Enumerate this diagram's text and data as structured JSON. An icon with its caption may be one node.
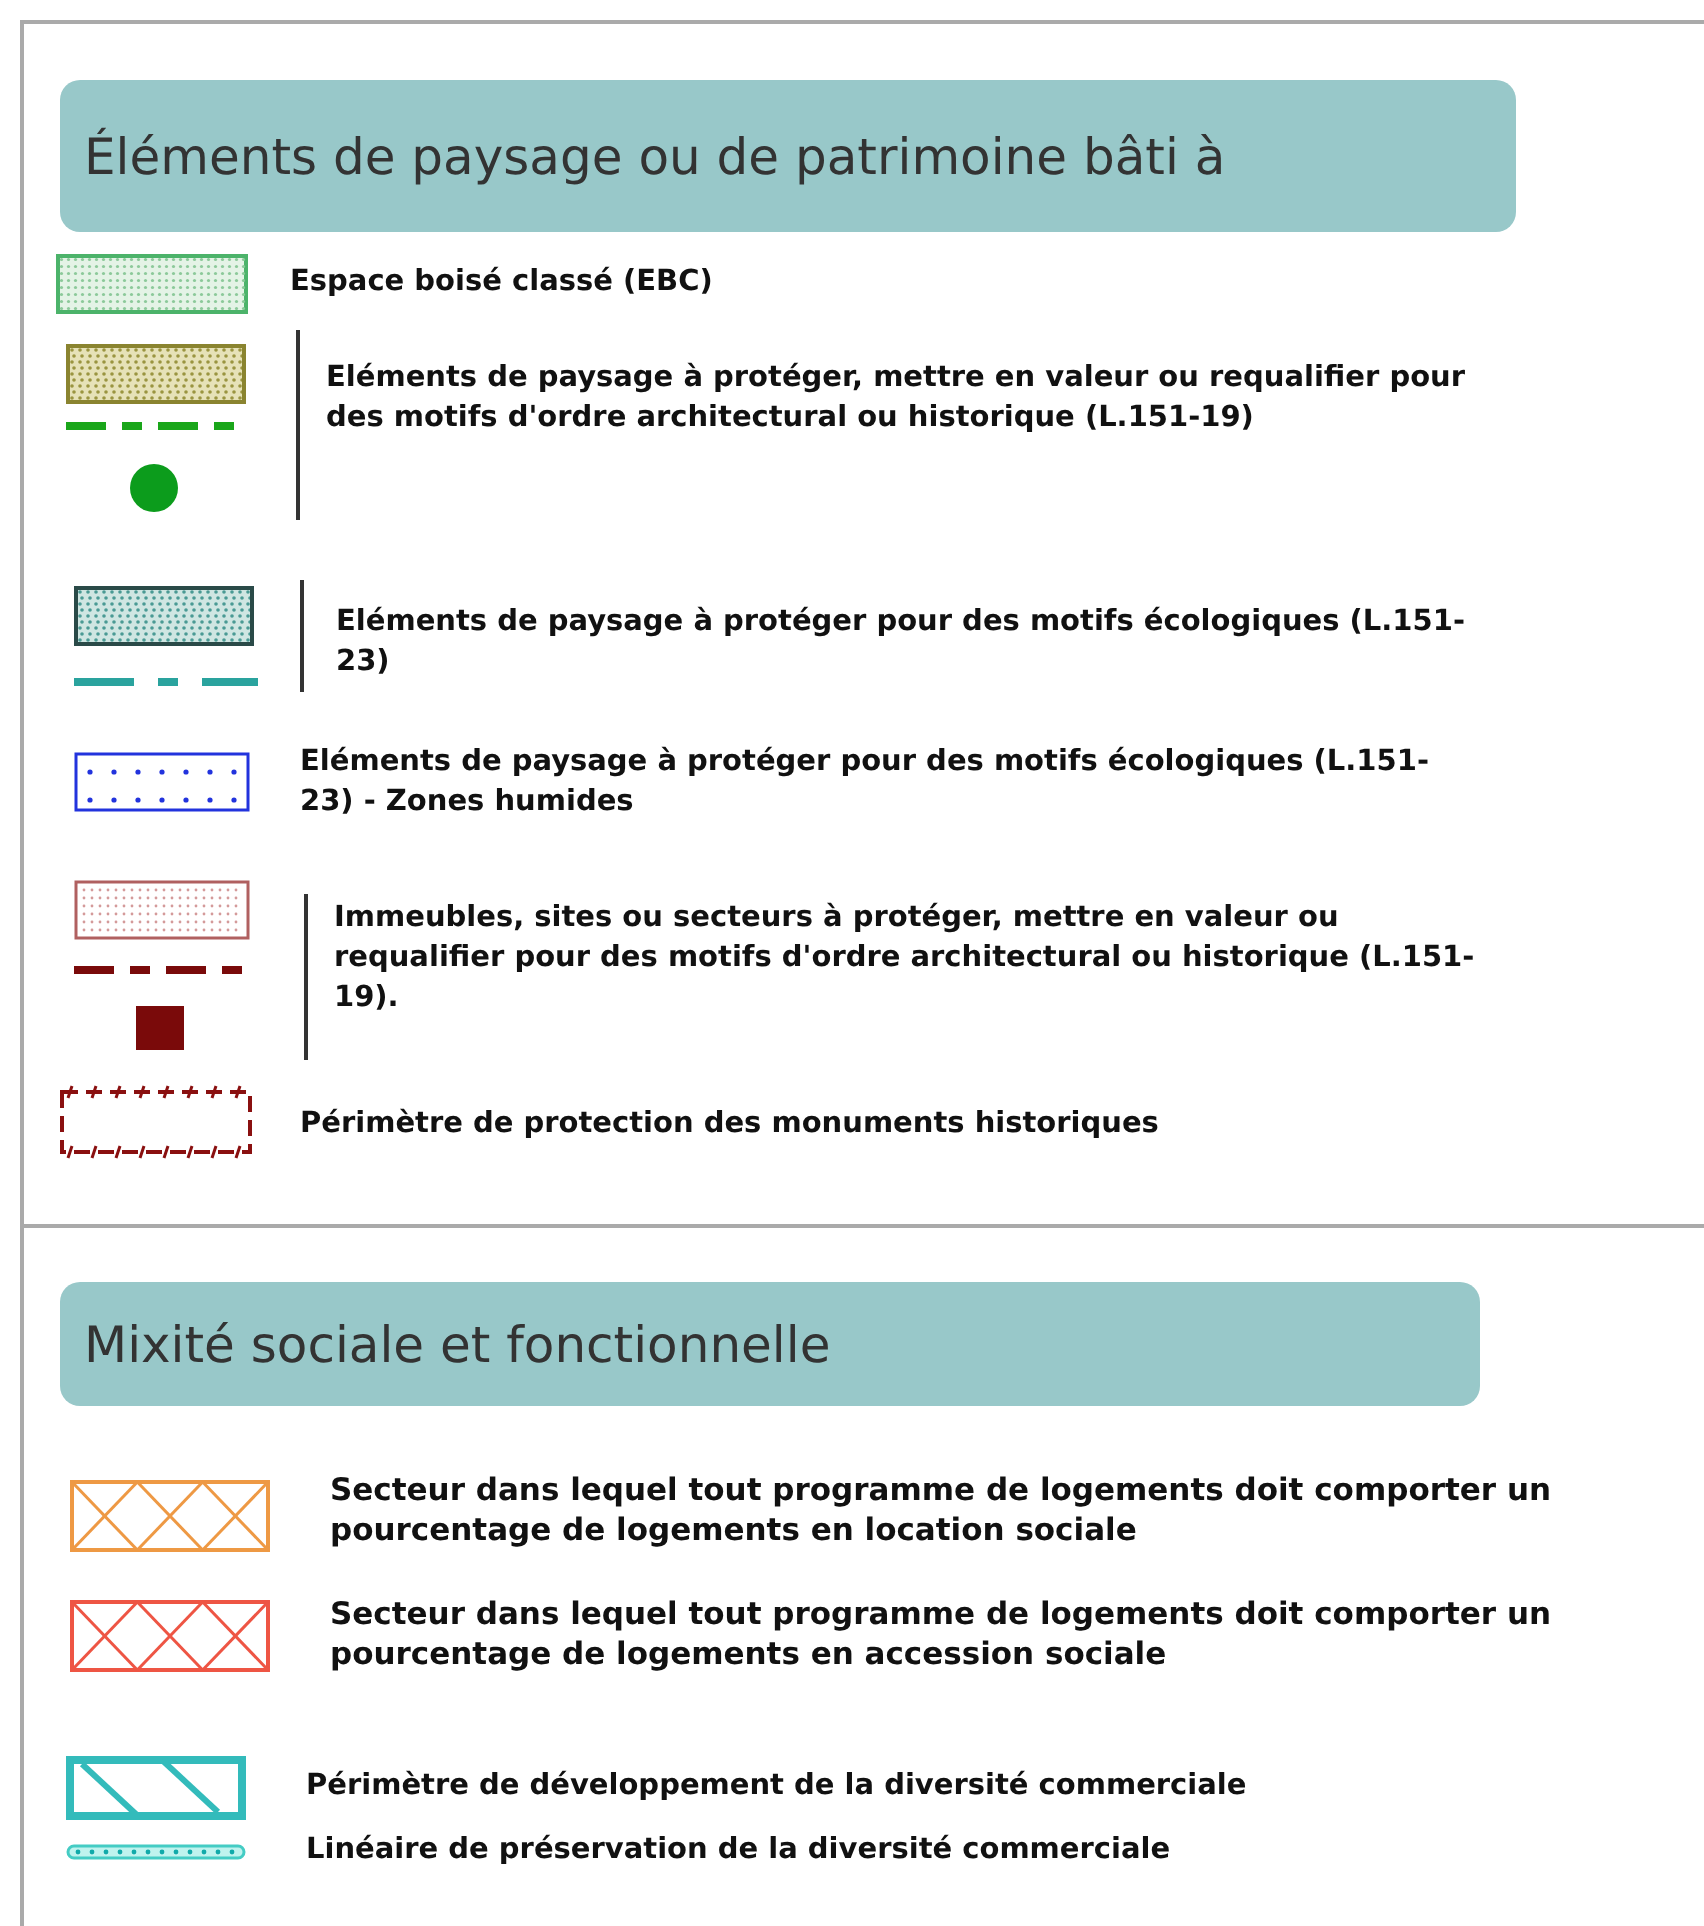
{
  "diagram": {
    "nodes": [
      {
        "text": [
          "Éléments de paysage ou de patrimoine bâti à"
        ]
      },
      {
        "text": [
          "Mixité sociale et fonctionnelle"
        ]
      }
    ],
    "legend": [
      {
        "text": "Espace boisé classé (EBC)"
      },
      {
        "text": "Eléments de paysage à protéger, mettre en valeur ou requalifier pour des motifs d'ordre architectural ou historique (L.151-19)"
      },
      {
        "text": "Eléments de paysage à protéger pour des motifs écologiques (L.151-23)"
      },
      {
        "text": "Eléments de paysage à protéger pour des motifs écologiques (L.151-23) - Zones humides"
      },
      {
        "text": "Immeubles, sites ou secteurs à protéger, mettre en valeur ou requalifier pour des motifs d'ordre architectural ou historique (L.151-19)."
      },
      {
        "text": "Périmètre de protection des monuments historiques"
      },
      {
        "text": "Secteur dans lequel tout programme de logements doit comporter un pourcentage de logements en location sociale"
      },
      {
        "text": "Secteur dans lequel tout programme de logements doit comporter un pourcentage de logements en accession sociale"
      },
      {
        "text": "Périmètre de développement de la diversité commerciale"
      },
      {
        "text": "Linéaire de préservation de la diversité commerciale"
      }
    ]
  }
}
